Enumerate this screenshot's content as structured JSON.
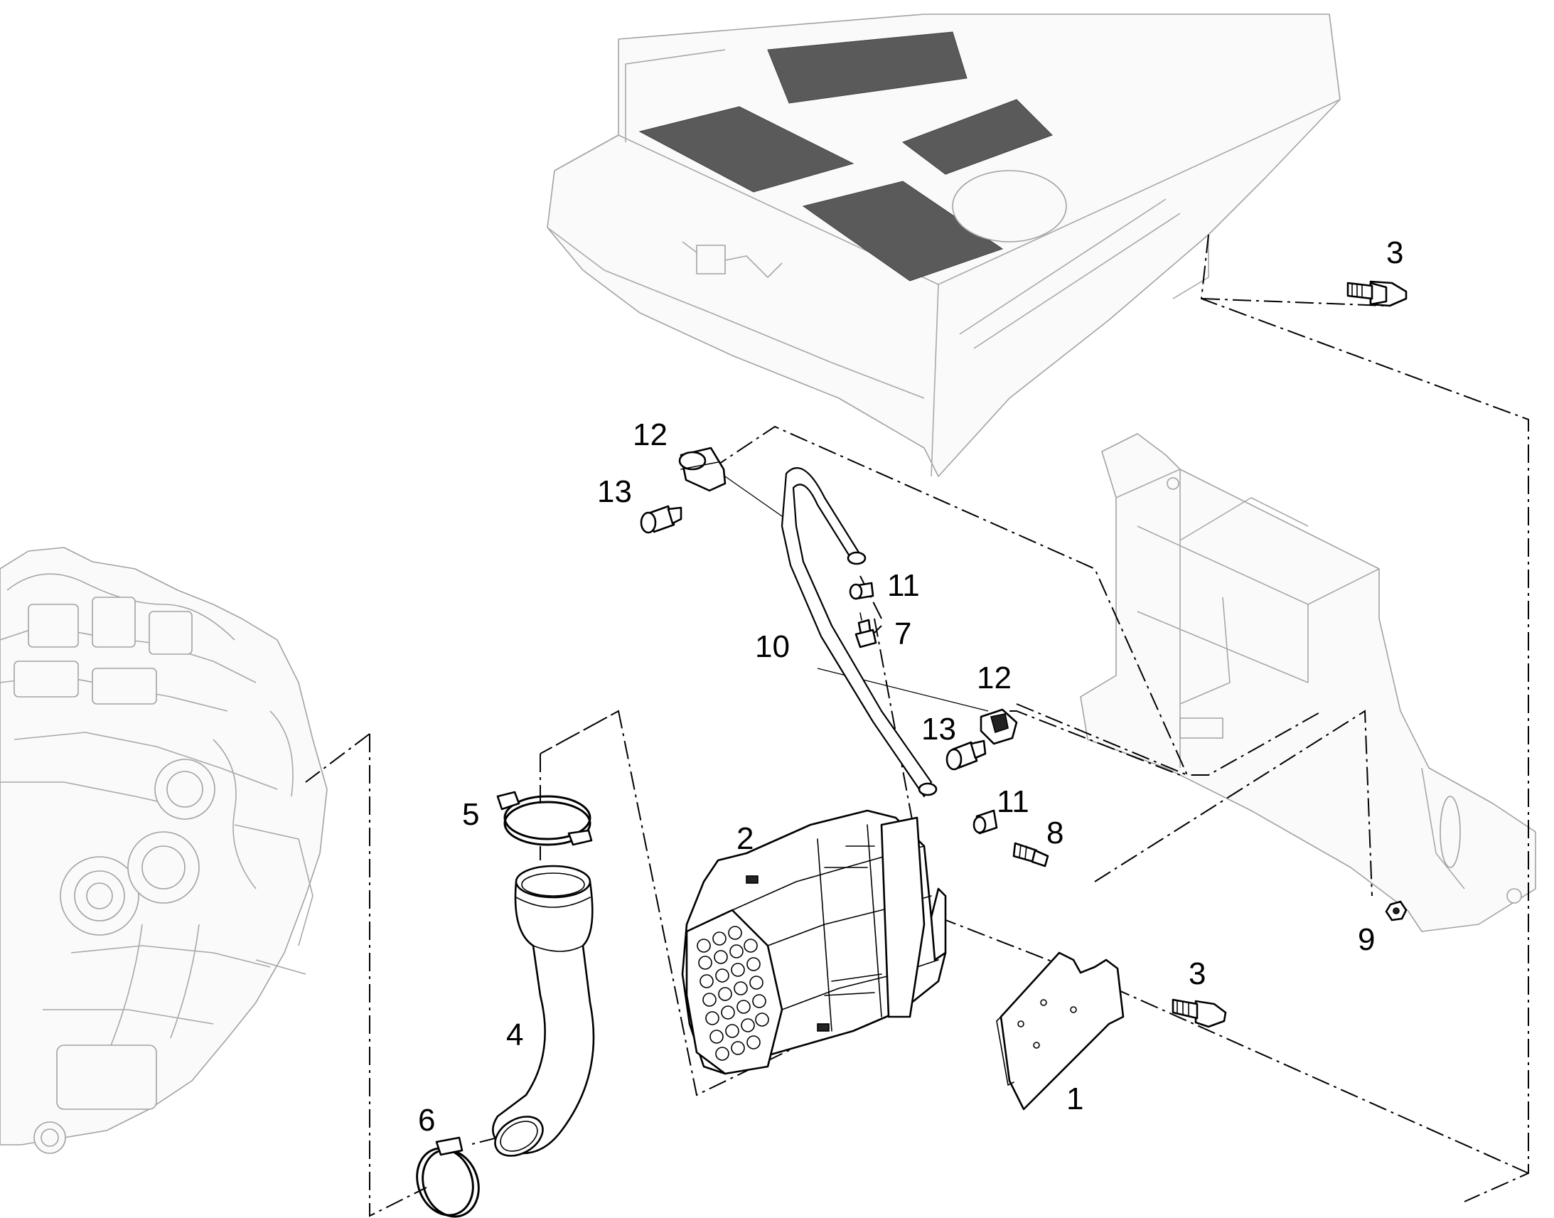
{
  "diagram": {
    "callouts": [
      {
        "id": "1",
        "text": "1"
      },
      {
        "id": "2",
        "text": "2"
      },
      {
        "id": "3a",
        "text": "3"
      },
      {
        "id": "3b",
        "text": "3"
      },
      {
        "id": "4",
        "text": "4"
      },
      {
        "id": "5",
        "text": "5"
      },
      {
        "id": "6",
        "text": "6"
      },
      {
        "id": "7",
        "text": "7"
      },
      {
        "id": "8",
        "text": "8"
      },
      {
        "id": "9",
        "text": "9"
      },
      {
        "id": "10",
        "text": "10"
      },
      {
        "id": "11a",
        "text": "11"
      },
      {
        "id": "11b",
        "text": "11"
      },
      {
        "id": "12a",
        "text": "12"
      },
      {
        "id": "12b",
        "text": "12"
      },
      {
        "id": "13a",
        "text": "13"
      },
      {
        "id": "13b",
        "text": "13"
      }
    ],
    "colors": {
      "ink": "#000000",
      "ghost": "#a2a2a2",
      "mesh": "#5a5a5a",
      "background": "#ffffff"
    }
  }
}
